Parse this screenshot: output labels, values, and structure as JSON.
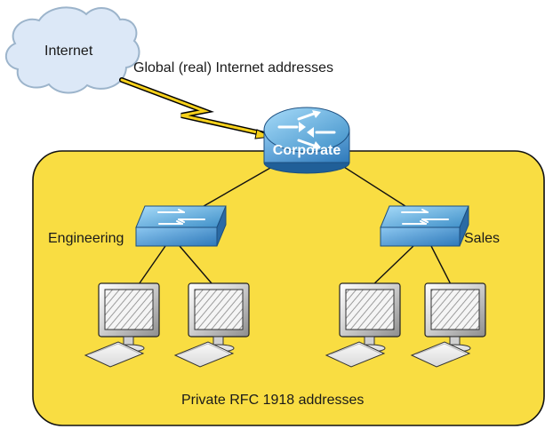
{
  "cloud": {
    "label": "Internet",
    "link_label": "Global (real) Internet addresses"
  },
  "router": {
    "label": "Corporate",
    "icon": "router-icon"
  },
  "private_network": {
    "label": "Private RFC 1918 addresses",
    "area_color": "#f9dd42",
    "border_color": "#111111"
  },
  "switches": [
    {
      "label": "Engineering",
      "icon": "switch-icon"
    },
    {
      "label": "Sales",
      "icon": "switch-icon"
    }
  ],
  "computers": [
    {
      "icon": "desktop-computer-icon"
    },
    {
      "icon": "desktop-computer-icon"
    },
    {
      "icon": "desktop-computer-icon"
    },
    {
      "icon": "desktop-computer-icon"
    }
  ],
  "colors": {
    "device_blue": "#5aa2d5",
    "device_dark_blue": "#2d6da5",
    "wan_link": "#f7d11b",
    "cloud_fill": "#dce8f7",
    "cloud_stroke": "#9cb4cb"
  }
}
